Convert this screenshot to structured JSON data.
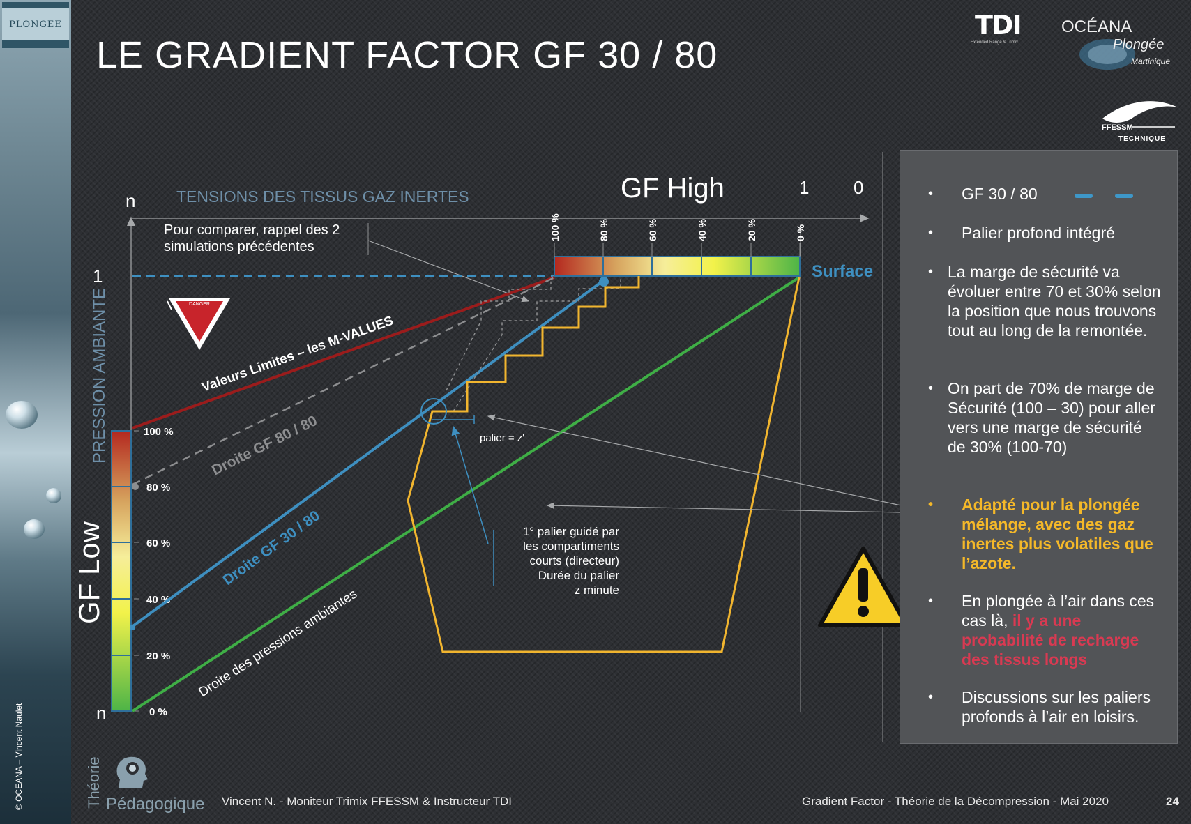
{
  "side": {
    "tab_label": "PLONGEE",
    "copyright": "© OCEANA – Vincent Naulet"
  },
  "title": "LE GRADIENT FACTOR GF 30 / 80",
  "logos": {
    "tdi": "TDI",
    "tdi_sub": "Extended Range & Trimix",
    "oceana_line1": "OCÉANA",
    "oceana_line2": "Plongée",
    "oceana_line3": "Martinique",
    "ffessm_line1": "FFESSM",
    "ffessm_line2": "TECHNIQUE"
  },
  "diagram": {
    "header": "TENSIONS DES TISSUS GAZ INERTES",
    "gf_high_label": "GF High",
    "top_right_one": "1",
    "top_right_zero": "0",
    "axis_n_top": "n",
    "axis_n_bottom": "n",
    "axis_one": "1",
    "y_axis_label": "PRESSION AMBIANTE",
    "gf_low_label": "GF Low",
    "compare_note_line1": "Pour comparer, rappel des 2",
    "compare_note_line2": "simulations précédentes",
    "surface_label": "Surface",
    "danger_text": "DANGER",
    "m_values_label": "Valeurs Limites – les M-VALUES",
    "gf8080_label": "Droite GF 80 / 80",
    "gf3080_label": "Droite GF 30 / 80",
    "ambient_label": "Droite des pressions ambiantes",
    "palier_label": "palier = z'",
    "first_stop_line1": "1° palier guidé par",
    "first_stop_line2": "les  compartiments",
    "first_stop_line3": "courts (directeur)",
    "first_stop_line4": "Durée du palier",
    "first_stop_line5": "z minute",
    "top_scale": [
      "100 %",
      "80 %",
      "60 %",
      "40 %",
      "20 %",
      "0 %"
    ],
    "left_scale": [
      "100 %",
      "80 %",
      "60 %",
      "40 %",
      "20 %",
      "0 %"
    ],
    "colors": {
      "m_values": "#9b1c1c",
      "gf8080": "#8d8e90",
      "gf3080": "#3e8fc0",
      "ambient": "#3fae46",
      "profile": "#f1b52f"
    }
  },
  "panel": {
    "item1": "GF 30 / 80",
    "item2": "Palier profond intégré",
    "item3": "La marge de sécurité va évoluer entre 70 et 30% selon la position que nous trouvons tout au long de la remontée.",
    "item4": "On part de 70% de marge de Sécurité (100 – 30) pour aller vers une marge de sécurité de 30% (100-70)",
    "item5": "Adapté pour la plongée mélange, avec des gaz inertes plus volatiles que l’azote.",
    "item6_part1": "En plongée à l’air dans ces cas là, ",
    "item6_part2": "il y a une probabilité de recharge des tissus longs",
    "item7": "Discussions sur les paliers profonds à l’air en loisirs.",
    "bullet": "•"
  },
  "footer": {
    "theorie": "Théorie",
    "pedagogique": "Pédagogique",
    "author": "Vincent N. - Moniteur Trimix FFESSM & Instructeur TDI",
    "course": "Gradient Factor - Théorie de la Décompression - Mai 2020",
    "page": "24"
  }
}
